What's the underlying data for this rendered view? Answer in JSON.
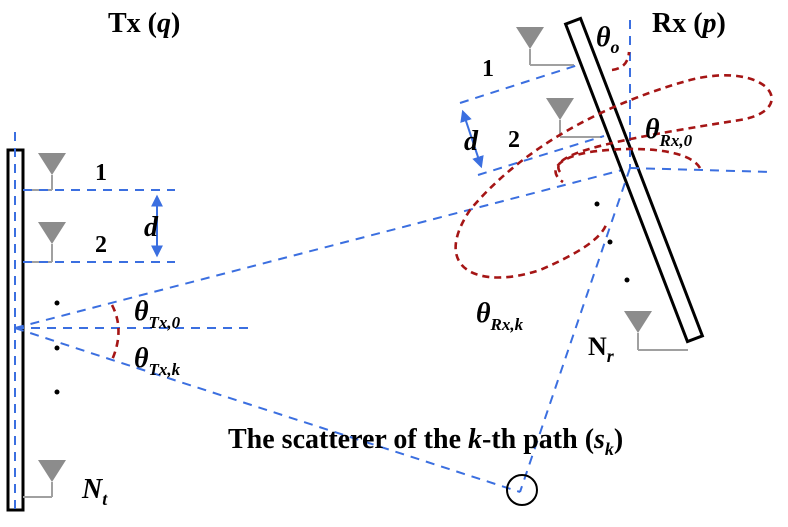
{
  "tx_array": {
    "label_main": "Tx (",
    "label_var": "q",
    "label_close": ")",
    "element_1": "1",
    "element_2": "2",
    "element_last_main": "N",
    "element_last_sub": "t",
    "spacing": "d",
    "angle_0_main": "θ",
    "angle_0_sub": "Tx,0",
    "angle_k_main": "θ",
    "angle_k_sub": "Tx,k"
  },
  "rx_array": {
    "label_main": "Rx (",
    "label_var": "p",
    "label_close": ")",
    "element_1": "1",
    "element_2": "2",
    "element_last_main": "N",
    "element_last_sub": "r",
    "spacing": "d",
    "orientation_main": "θ",
    "orientation_sub": "o",
    "angle_0_main": "θ",
    "angle_0_sub": "Rx,0",
    "angle_k_main": "θ",
    "angle_k_sub": "Rx,k"
  },
  "scatterer": {
    "label_main": "The scatterer of the ",
    "label_k": "k",
    "label_mid": "-th path (",
    "label_s": "s",
    "label_sub": "k",
    "label_close": ")"
  },
  "colors": {
    "path_lines": "#3b6fe0",
    "angle_arcs": "#a51515",
    "antenna": "#8c8c8c"
  }
}
